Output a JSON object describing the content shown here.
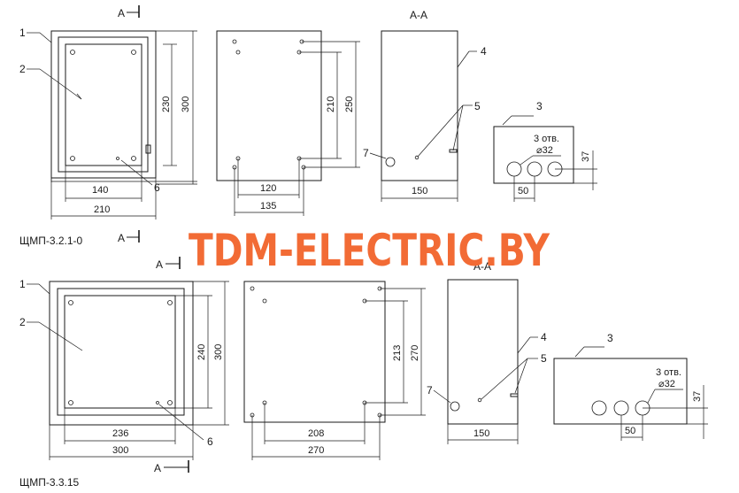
{
  "watermark": {
    "text": "TDM-ELECTRIC.BY",
    "color": "#f26b35"
  },
  "model1": {
    "name": "ЩМП-3.2.1-0",
    "section_mark": "А",
    "section_title": "А-А",
    "dims": {
      "front_width": "210",
      "front_inner_width": "140",
      "front_height": "300",
      "front_inner_height": "230",
      "back_width": "135",
      "back_hole_width": "120",
      "back_height": "250",
      "back_hole_height": "210",
      "side_depth": "150",
      "bottom_hole_spacing": "50",
      "bottom_hole_offset": "37"
    },
    "holes_note_line1": "3 отв.",
    "holes_note_line2": "⌀32",
    "callouts": [
      "1",
      "2",
      "3",
      "4",
      "5",
      "6",
      "7"
    ]
  },
  "model2": {
    "name": "ЩМП-3.3.15",
    "section_mark": "А",
    "section_title": "А-А",
    "dims": {
      "front_width": "300",
      "front_inner_width": "236",
      "front_height": "300",
      "front_inner_height": "240",
      "back_width": "270",
      "back_hole_width": "208",
      "back_height": "270",
      "back_hole_height": "213",
      "side_depth": "150",
      "bottom_hole_spacing": "50",
      "bottom_hole_offset": "37"
    },
    "holes_note_line1": "3 отв.",
    "holes_note_line2": "⌀32",
    "callouts": [
      "1",
      "2",
      "3",
      "4",
      "5",
      "6",
      "7"
    ]
  }
}
